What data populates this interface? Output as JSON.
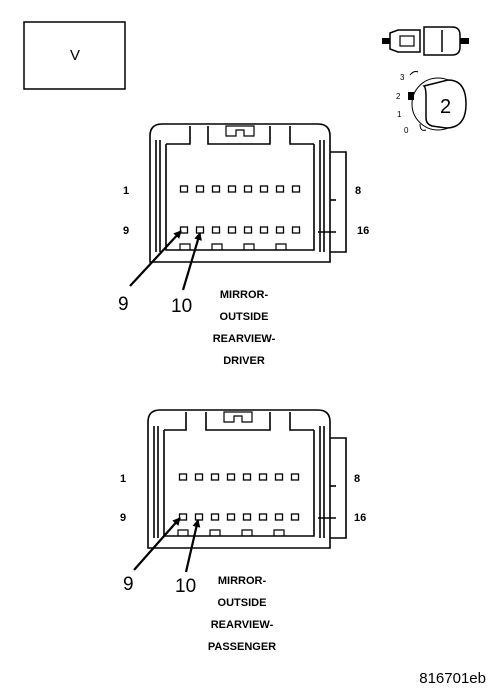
{
  "view_box": {
    "label": "V"
  },
  "key_indicator": {
    "positions": [
      "3",
      "2",
      "1",
      "0"
    ],
    "selected": "2"
  },
  "connectors": [
    {
      "title_lines": [
        "MIRROR-",
        "OUTSIDE",
        "REARVIEW-",
        "DRIVER"
      ],
      "pin_labels": {
        "top_left": "1",
        "top_right": "8",
        "bottom_left": "9",
        "bottom_right": "16"
      },
      "callouts": [
        "9",
        "10"
      ]
    },
    {
      "title_lines": [
        "MIRROR-",
        "OUTSIDE",
        "REARVIEW-",
        "PASSENGER"
      ],
      "pin_labels": {
        "top_left": "1",
        "top_right": "8",
        "bottom_left": "9",
        "bottom_right": "16"
      },
      "callouts": [
        "9",
        "10"
      ]
    }
  ],
  "figure_id": "816701eb"
}
